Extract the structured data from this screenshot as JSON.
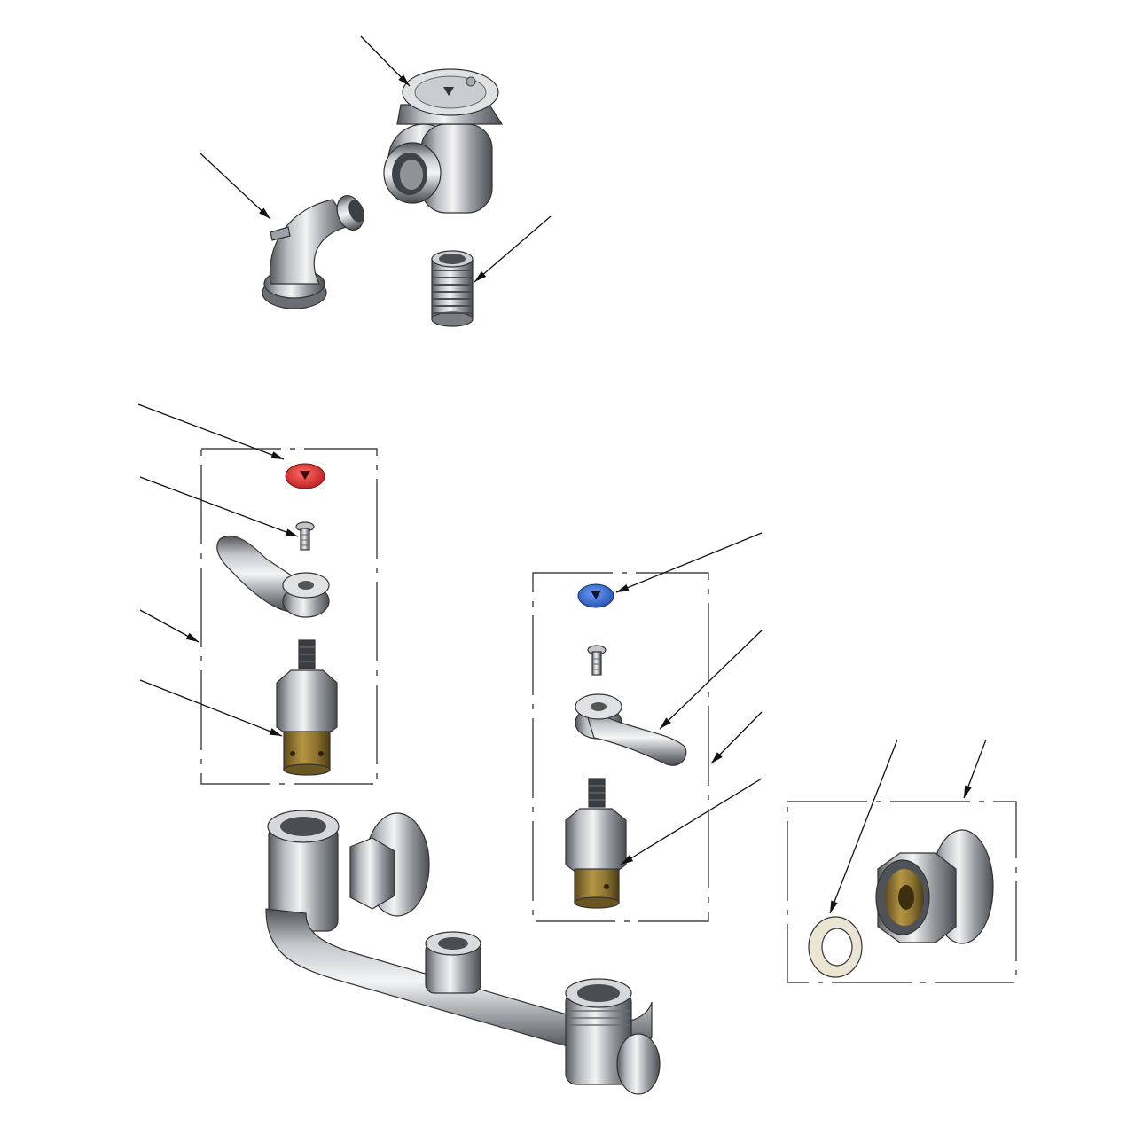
{
  "diagram": {
    "type": "exploded-parts-view",
    "colors": {
      "background": "#ffffff",
      "metal_light": "#e6e8ea",
      "metal_mid": "#a9adb1",
      "metal_dark": "#5d6166",
      "brass": "#a58a3c",
      "hot_index": "#d62a2a",
      "cold_index": "#2f63c2",
      "washer": "#e8e4d2"
    },
    "callouts": [
      {
        "target": "vacuum-breaker-cap"
      },
      {
        "target": "elbow-stem-pin"
      },
      {
        "target": "threaded-nipple"
      },
      {
        "target": "hot-index-button"
      },
      {
        "target": "hot-handle-screw"
      },
      {
        "target": "hot-handle-assembly-box"
      },
      {
        "target": "hot-cartridge"
      },
      {
        "target": "cold-index-button"
      },
      {
        "target": "cold-lever-handle"
      },
      {
        "target": "cold-handle-assembly-box"
      },
      {
        "target": "cold-cartridge"
      },
      {
        "target": "flange-washer"
      },
      {
        "target": "flange-assembly-box"
      }
    ],
    "icons": [
      "vacuum-breaker-icon",
      "elbow-fitting-icon",
      "nipple-icon",
      "index-button-icon",
      "screw-icon",
      "lever-handle-icon",
      "cartridge-icon",
      "faucet-body-icon",
      "flange-nut-icon",
      "washer-icon"
    ]
  }
}
